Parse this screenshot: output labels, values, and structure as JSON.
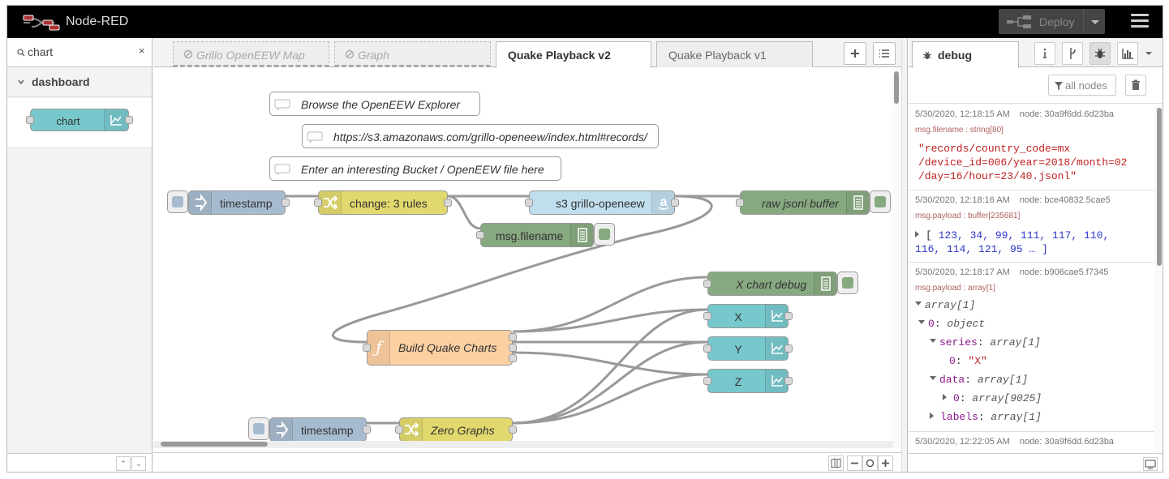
{
  "header": {
    "title": "Node-RED",
    "deploy_label": "Deploy"
  },
  "palette": {
    "search_value": "chart",
    "clear_glyph": "×",
    "category": "dashboard",
    "nodes": [
      {
        "label": "chart"
      }
    ]
  },
  "tabs": [
    {
      "label": "Grillo OpenEEW Map",
      "disabled": true
    },
    {
      "label": "Graph",
      "disabled": true
    },
    {
      "label": "Quake Playback v2",
      "active": true
    },
    {
      "label": "Quake Playback v1"
    }
  ],
  "flow": {
    "comments": [
      "Browse the OpenEEW Explorer",
      "https://s3.amazonaws.com/grillo-openeew/index.html#records/",
      "Enter an interesting Bucket / OpenEEW file here"
    ],
    "nodes": {
      "timestamp1": "timestamp",
      "change": "change: 3 rules",
      "s3": "s3 grillo-openeew",
      "raw": "raw jsonl buffer",
      "filename": "msg.filename",
      "xdebug": "X chart debug",
      "x": "X",
      "y": "Y",
      "z": "Z",
      "build": "Build Quake Charts",
      "timestamp2": "timestamp",
      "zero": "Zero Graphs"
    }
  },
  "sidebar": {
    "tab_label": "debug",
    "filter_label": "all nodes",
    "messages": [
      {
        "time": "5/30/2020, 12:18:15 AM",
        "node": "node: 30a9f6dd.6d23ba",
        "prop": "msg.filename : string[80]",
        "value_lines": [
          "\"records/country_code=mx",
          "/device_id=006/year=2018/month=02",
          "/day=16/hour=23/40.jsonl\""
        ]
      },
      {
        "time": "5/30/2020, 12:18:16 AM",
        "node": "node: bce40832.5cae5",
        "prop": "msg.payload : buffer[235681]",
        "value_line1": "123, 34, 99, 111, 117, 110,",
        "value_line2": "116, 114, 121, 95 … ]"
      },
      {
        "time": "5/30/2020, 12:18:17 AM",
        "node": "node: b906cae5.f7345",
        "prop": "msg.payload : array[1]",
        "tree": {
          "root": "array[1]",
          "item0_key": "0",
          "item0_type": "object",
          "series_key": "series",
          "series_type": "array[1]",
          "series0_key": "0",
          "series0_val": "\"X\"",
          "data_key": "data",
          "data_type": "array[1]",
          "data0_key": "0",
          "data0_type": "array[9025]",
          "labels_key": "labels",
          "labels_type": "array[1]"
        }
      },
      {
        "time": "5/30/2020, 12:22:05 AM",
        "node": "node: 30a9f6dd.6d23ba"
      }
    ]
  },
  "colors": {
    "function": "#fdd0a2",
    "change": "#e2d96e",
    "inject": "#a6bbcf",
    "debug": "#87a980",
    "dashboard": "#77c8cc",
    "s3": "#c0deed"
  }
}
